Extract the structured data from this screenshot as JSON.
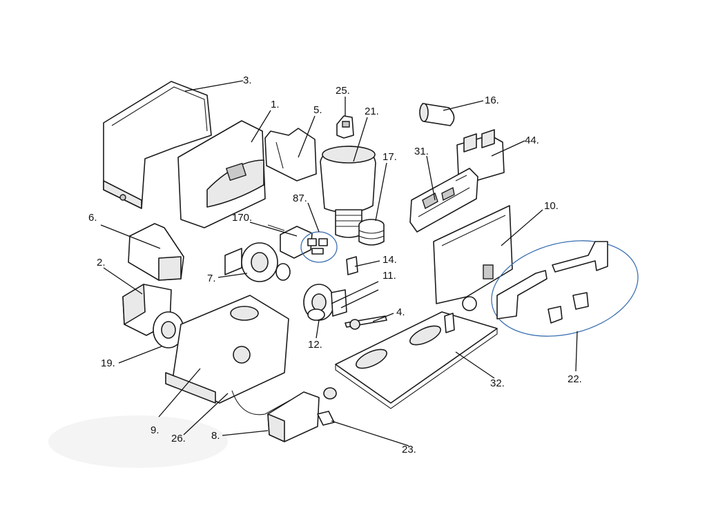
{
  "diagram": {
    "callouts": {
      "p3": "3.",
      "p1": "1.",
      "p5": "5.",
      "p25": "25.",
      "p21": "21.",
      "p16": "16.",
      "p31": "31.",
      "p44": "44.",
      "p17": "17.",
      "p87": "87.",
      "p170": "170.",
      "p6": "6.",
      "p2": "2.",
      "p7": "7.",
      "p14": "14.",
      "p11": "11.",
      "p10": "10.",
      "p4": "4.",
      "p12": "12.",
      "p19": "19.",
      "p9": "9.",
      "p26": "26.",
      "p8": "8.",
      "p23": "23.",
      "p32": "32.",
      "p22": "22."
    }
  }
}
